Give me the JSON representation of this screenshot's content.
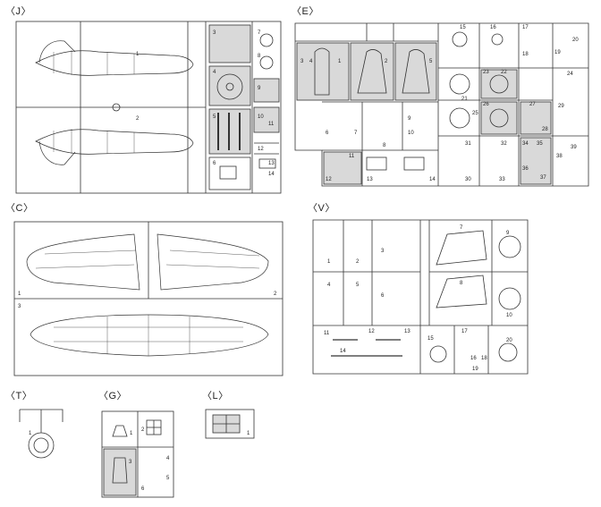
{
  "sprues": {
    "J": {
      "label": "〈J〉",
      "nums": [
        "1",
        "2",
        "3",
        "4",
        "5",
        "6",
        "7",
        "8",
        "9",
        "10",
        "11",
        "12",
        "13",
        "14"
      ]
    },
    "E": {
      "label": "〈E〉",
      "nums": [
        "1",
        "2",
        "3",
        "4",
        "5",
        "6",
        "7",
        "8",
        "9",
        "10",
        "11",
        "12",
        "13",
        "14",
        "15",
        "16",
        "17",
        "18",
        "19",
        "20",
        "21",
        "22",
        "23",
        "24",
        "25",
        "26",
        "27",
        "28",
        "29",
        "30",
        "31",
        "32",
        "33",
        "34",
        "35",
        "36",
        "37",
        "38",
        "39"
      ]
    },
    "C": {
      "label": "〈C〉",
      "nums": [
        "1",
        "2",
        "3"
      ]
    },
    "V": {
      "label": "〈V〉",
      "nums": [
        "1",
        "2",
        "3",
        "4",
        "5",
        "6",
        "7",
        "8",
        "9",
        "10",
        "11",
        "12",
        "13",
        "14",
        "15",
        "16",
        "17",
        "18",
        "19",
        "20"
      ]
    },
    "T": {
      "label": "〈T〉",
      "nums": [
        "1"
      ]
    },
    "G": {
      "label": "〈G〉",
      "nums": [
        "1",
        "2",
        "3",
        "4",
        "5",
        "6"
      ]
    },
    "L": {
      "label": "〈L〉",
      "nums": [
        "1"
      ]
    }
  },
  "colors": {
    "line": "#333333",
    "shade": "#d9d9d9"
  }
}
